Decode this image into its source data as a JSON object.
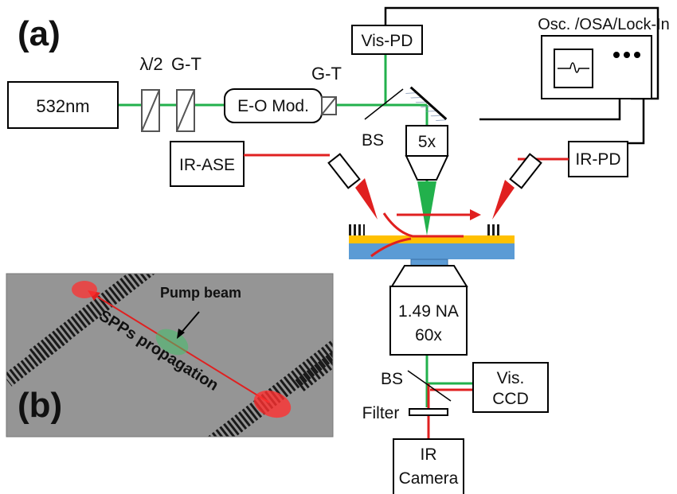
{
  "panel_a_label": "(a)",
  "panel_b_label": "(b)",
  "laser": "532nm",
  "half_wave_plate": "λ/2",
  "glan_taylor_1": "G-T",
  "glan_taylor_2": "G-T",
  "eo_modulator": "E-O Mod.",
  "vis_pd": "Vis-PD",
  "beam_splitter_top": "BS",
  "objective_top": "5x",
  "ir_ase": "IR-ASE",
  "ir_pd": "IR-PD",
  "instruments": "Osc. /OSA/Lock-In",
  "objective_bottom_line1": "1.49 NA",
  "objective_bottom_line2": "60x",
  "beam_splitter_bottom": "BS",
  "filter": "Filter",
  "vis_ccd_line1": "Vis.",
  "vis_ccd_line2": "CCD",
  "ir_camera_line1": "IR",
  "ir_camera_line2": "Camera",
  "inset": {
    "pump_beam": "Pump beam",
    "propagation": "SPPs propagation"
  },
  "colors": {
    "green_beam": "#22b14c",
    "red_beam": "#e02020",
    "gold_film": "#ffc000",
    "substrate": "#5b9bd5",
    "sem_background": "#9a9a9a"
  }
}
